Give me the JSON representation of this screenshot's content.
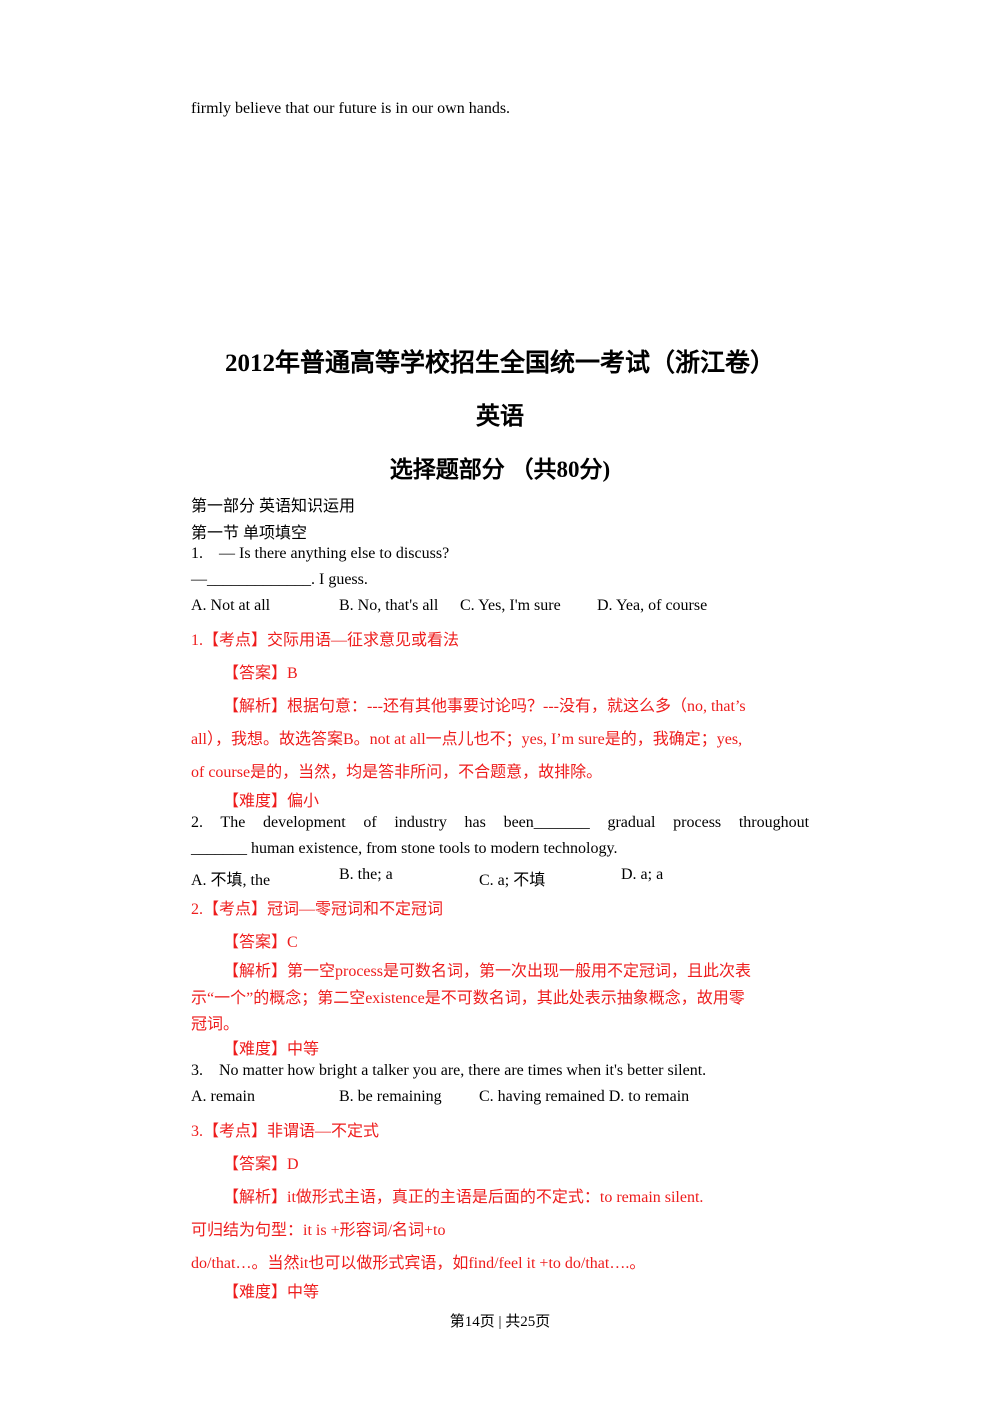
{
  "top_line": "firmly believe that our future is in our own hands.",
  "exam_title": "2012年普通高等学校招生全国统一考试（浙江卷）",
  "subject": "英语",
  "section_title": "选择题部分 （共80分)",
  "part_title": "第一部分 英语知识运用",
  "subsection_title": "第一节 单项填空",
  "q1": {
    "stem": "1.    — Is there anything else to discuss?",
    "stem2": "—_____________. I guess.",
    "options": [
      "A. Not at all",
      "B. No, that's all",
      "C. Yes, I'm sure",
      "D. Yea, of course"
    ],
    "kaodian": "1.【考点】交际用语—征求意见或看法",
    "answer": "【答案】B",
    "jiexi_1": "【解析】根据句意：---还有其他事要讨论吗？---没有，就这么多（no, that’s",
    "jiexi_2": "all），我想。故选答案B。not at all一点儿也不；yes, I’m sure是的，我确定；yes,",
    "jiexi_3": "of course是的，当然，均是答非所问，不合题意，故排除。",
    "difficulty": "【难度】偏小"
  },
  "q2": {
    "stem1_words": [
      "2.",
      "The",
      "development",
      "of",
      "industry",
      "has",
      "been_______",
      "gradual",
      "process",
      "throughout"
    ],
    "stem2": "_______ human existence, from stone tools to modern technology.",
    "options": [
      "A. 不填, the",
      "B. the; a",
      "C. a; 不填",
      "D. a; a"
    ],
    "kaodian": "2.【考点】冠词—零冠词和不定冠词",
    "answer": "【答案】C",
    "jiexi_1": "【解析】第一空process是可数名词，第一次出现一般用不定冠词，且此次表",
    "jiexi_2": "示“一个”的概念；第二空existence是不可数名词，其此处表示抽象概念，故用零",
    "jiexi_3": "冠词。",
    "difficulty": "【难度】中等"
  },
  "q3": {
    "stem": "3.    No matter how bright a talker you are, there are times when it's better silent.",
    "options": [
      "A. remain",
      "B. be remaining",
      "C. having remained D. to remain"
    ],
    "kaodian": "3.【考点】非谓语—不定式",
    "answer": "【答案】D",
    "jiexi_1": "【解析】it做形式主语，真正的主语是后面的不定式：to remain silent.",
    "jiexi_2": "可归结为句型：it is +形容词/名词+to",
    "jiexi_3": "do/that…。当然it也可以做形式宾语，如find/feel it +to do/that….。",
    "difficulty": "【难度】中等"
  },
  "footer": "第14页 | 共25页",
  "colors": {
    "analysis_red": "#ee1c1c",
    "text_black": "#000000"
  }
}
